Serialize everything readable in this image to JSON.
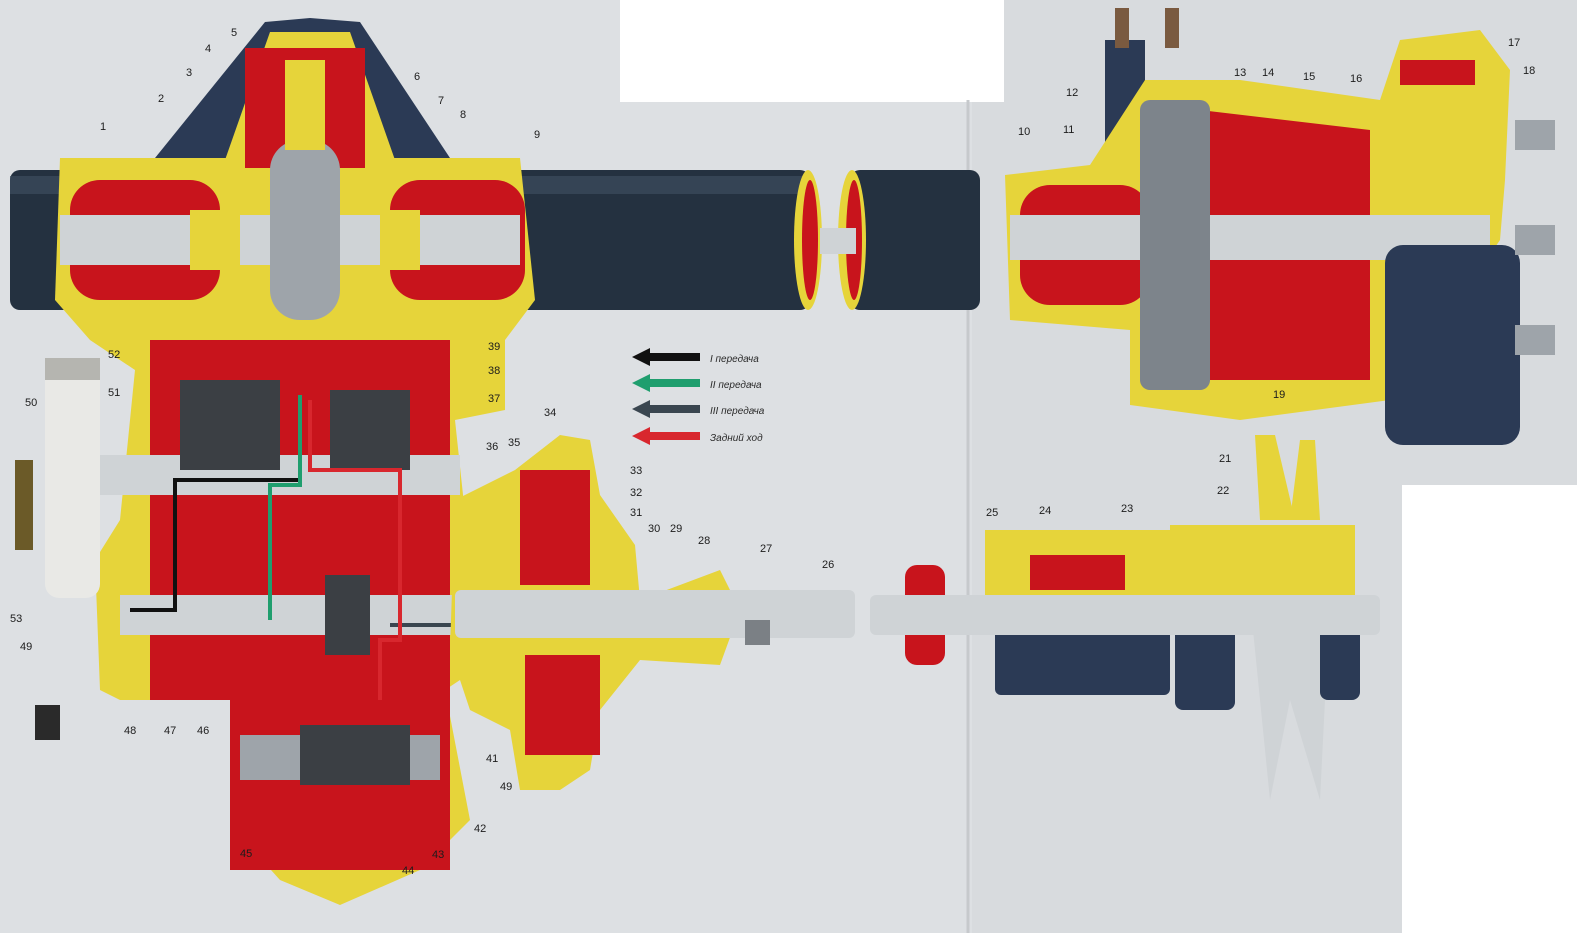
{
  "legend": [
    {
      "text": "I передача",
      "color": "#111111"
    },
    {
      "text": "II передача",
      "color": "#1f9e6e"
    },
    {
      "text": "III передача",
      "color": "#3a4650"
    },
    {
      "text": "Задний ход",
      "color": "#d8272e"
    }
  ],
  "callouts": [
    "1",
    "2",
    "3",
    "4",
    "5",
    "6",
    "7",
    "8",
    "9",
    "10",
    "11",
    "12",
    "13",
    "14",
    "15",
    "16",
    "17",
    "18",
    "19",
    "21",
    "22",
    "23",
    "24",
    "25",
    "26",
    "27",
    "28",
    "29",
    "30",
    "31",
    "32",
    "33",
    "34",
    "35",
    "36",
    "37",
    "38",
    "39",
    "41",
    "42",
    "43",
    "44",
    "45",
    "46",
    "47",
    "48",
    "49",
    "49",
    "50",
    "51",
    "52",
    "53"
  ],
  "colors": {
    "housing": "#e6d43a",
    "interior": "#c8141c",
    "shaft": "#cfd3d6",
    "axle_tube": "#243140",
    "dark_metal": "#2b3a55",
    "paper": "#dfe1e4"
  }
}
